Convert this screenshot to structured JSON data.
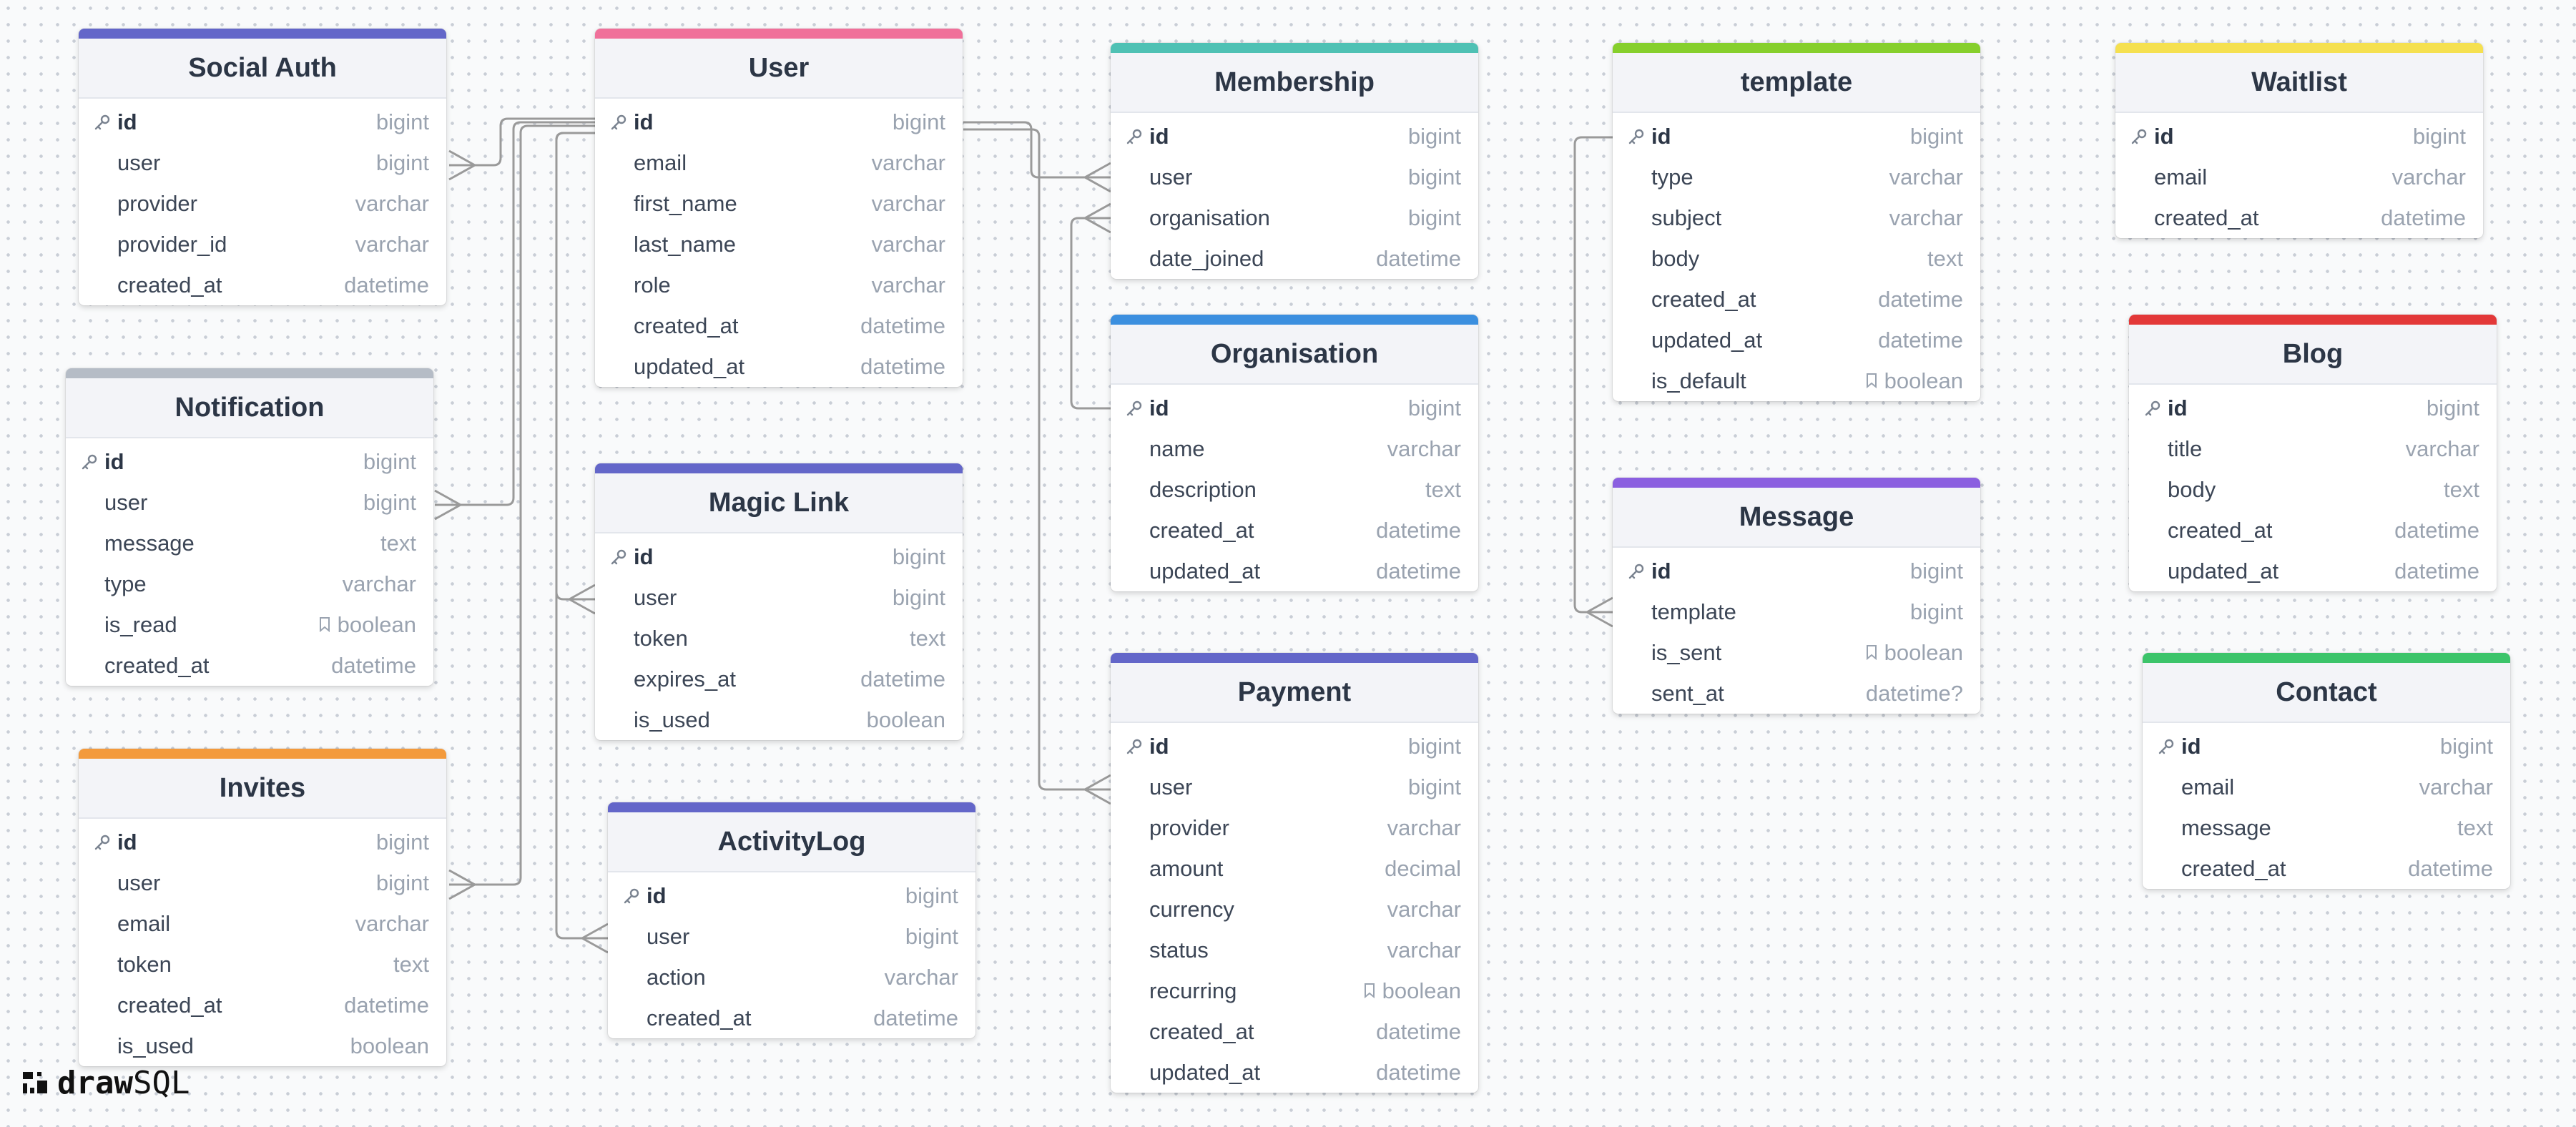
{
  "app": {
    "name_part1": "draw",
    "name_part2": "SQL"
  },
  "tables": [
    {
      "id": "social_auth",
      "name": "Social Auth",
      "color": "#6366c9",
      "columns": [
        {
          "name": "id",
          "type": "bigint",
          "pk": true
        },
        {
          "name": "user",
          "type": "bigint"
        },
        {
          "name": "provider",
          "type": "varchar"
        },
        {
          "name": "provider_id",
          "type": "varchar"
        },
        {
          "name": "created_at",
          "type": "datetime"
        }
      ]
    },
    {
      "id": "user",
      "name": "User",
      "color": "#f0709a",
      "columns": [
        {
          "name": "id",
          "type": "bigint",
          "pk": true
        },
        {
          "name": "email",
          "type": "varchar"
        },
        {
          "name": "first_name",
          "type": "varchar"
        },
        {
          "name": "last_name",
          "type": "varchar"
        },
        {
          "name": "role",
          "type": "varchar"
        },
        {
          "name": "created_at",
          "type": "datetime"
        },
        {
          "name": "updated_at",
          "type": "datetime"
        }
      ]
    },
    {
      "id": "membership",
      "name": "Membership",
      "color": "#4fc1b4",
      "columns": [
        {
          "name": "id",
          "type": "bigint",
          "pk": true
        },
        {
          "name": "user",
          "type": "bigint"
        },
        {
          "name": "organisation",
          "type": "bigint"
        },
        {
          "name": "date_joined",
          "type": "datetime"
        }
      ]
    },
    {
      "id": "template",
      "name": "template",
      "color": "#86cf2c",
      "columns": [
        {
          "name": "id",
          "type": "bigint",
          "pk": true
        },
        {
          "name": "type",
          "type": "varchar"
        },
        {
          "name": "subject",
          "type": "varchar"
        },
        {
          "name": "body",
          "type": "text"
        },
        {
          "name": "created_at",
          "type": "datetime"
        },
        {
          "name": "updated_at",
          "type": "datetime"
        },
        {
          "name": "is_default",
          "type": "boolean",
          "flag": true
        }
      ]
    },
    {
      "id": "waitlist",
      "name": "Waitlist",
      "color": "#f5e050",
      "columns": [
        {
          "name": "id",
          "type": "bigint",
          "pk": true
        },
        {
          "name": "email",
          "type": "varchar"
        },
        {
          "name": "created_at",
          "type": "datetime"
        }
      ]
    },
    {
      "id": "notification",
      "name": "Notification",
      "color": "#b5bcc6",
      "columns": [
        {
          "name": "id",
          "type": "bigint",
          "pk": true
        },
        {
          "name": "user",
          "type": "bigint"
        },
        {
          "name": "message",
          "type": "text"
        },
        {
          "name": "type",
          "type": "varchar"
        },
        {
          "name": "is_read",
          "type": "boolean",
          "flag": true
        },
        {
          "name": "created_at",
          "type": "datetime"
        }
      ]
    },
    {
      "id": "organisation",
      "name": "Organisation",
      "color": "#3b8fdf",
      "columns": [
        {
          "name": "id",
          "type": "bigint",
          "pk": true
        },
        {
          "name": "name",
          "type": "varchar"
        },
        {
          "name": "description",
          "type": "text"
        },
        {
          "name": "created_at",
          "type": "datetime"
        },
        {
          "name": "updated_at",
          "type": "datetime"
        }
      ]
    },
    {
      "id": "blog",
      "name": "Blog",
      "color": "#e33838",
      "columns": [
        {
          "name": "id",
          "type": "bigint",
          "pk": true
        },
        {
          "name": "title",
          "type": "varchar"
        },
        {
          "name": "body",
          "type": "text"
        },
        {
          "name": "created_at",
          "type": "datetime"
        },
        {
          "name": "updated_at",
          "type": "datetime"
        }
      ]
    },
    {
      "id": "magic_link",
      "name": "Magic Link",
      "color": "#6366c9",
      "columns": [
        {
          "name": "id",
          "type": "bigint",
          "pk": true
        },
        {
          "name": "user",
          "type": "bigint"
        },
        {
          "name": "token",
          "type": "text"
        },
        {
          "name": "expires_at",
          "type": "datetime"
        },
        {
          "name": "is_used",
          "type": "boolean"
        }
      ]
    },
    {
      "id": "message",
      "name": "Message",
      "color": "#8b5fe0",
      "columns": [
        {
          "name": "id",
          "type": "bigint",
          "pk": true
        },
        {
          "name": "template",
          "type": "bigint"
        },
        {
          "name": "is_sent",
          "type": "boolean",
          "flag": true
        },
        {
          "name": "sent_at",
          "type": "datetime?"
        }
      ]
    },
    {
      "id": "payment",
      "name": "Payment",
      "color": "#6366c9",
      "columns": [
        {
          "name": "id",
          "type": "bigint",
          "pk": true
        },
        {
          "name": "user",
          "type": "bigint"
        },
        {
          "name": "provider",
          "type": "varchar"
        },
        {
          "name": "amount",
          "type": "decimal"
        },
        {
          "name": "currency",
          "type": "varchar"
        },
        {
          "name": "status",
          "type": "varchar"
        },
        {
          "name": "recurring",
          "type": "boolean",
          "flag": true
        },
        {
          "name": "created_at",
          "type": "datetime"
        },
        {
          "name": "updated_at",
          "type": "datetime"
        }
      ]
    },
    {
      "id": "contact",
      "name": "Contact",
      "color": "#3cc46a",
      "columns": [
        {
          "name": "id",
          "type": "bigint",
          "pk": true
        },
        {
          "name": "email",
          "type": "varchar"
        },
        {
          "name": "message",
          "type": "text"
        },
        {
          "name": "created_at",
          "type": "datetime"
        }
      ]
    },
    {
      "id": "invites",
      "name": "Invites",
      "color": "#f39a3c",
      "columns": [
        {
          "name": "id",
          "type": "bigint",
          "pk": true
        },
        {
          "name": "user",
          "type": "bigint"
        },
        {
          "name": "email",
          "type": "varchar"
        },
        {
          "name": "token",
          "type": "text"
        },
        {
          "name": "created_at",
          "type": "datetime"
        },
        {
          "name": "is_used",
          "type": "boolean"
        }
      ]
    },
    {
      "id": "activity_log",
      "name": "ActivityLog",
      "color": "#6366c9",
      "columns": [
        {
          "name": "id",
          "type": "bigint",
          "pk": true
        },
        {
          "name": "user",
          "type": "bigint"
        },
        {
          "name": "action",
          "type": "varchar"
        },
        {
          "name": "created_at",
          "type": "datetime"
        }
      ]
    }
  ],
  "relations": [
    {
      "from": "social_auth.user",
      "to": "user.id"
    },
    {
      "from": "notification.user",
      "to": "user.id"
    },
    {
      "from": "invites.user",
      "to": "user.id"
    },
    {
      "from": "magic_link.user",
      "to": "user.id"
    },
    {
      "from": "activity_log.user",
      "to": "user.id"
    },
    {
      "from": "membership.user",
      "to": "user.id"
    },
    {
      "from": "payment.user",
      "to": "user.id"
    },
    {
      "from": "membership.organisation",
      "to": "organisation.id"
    },
    {
      "from": "message.template",
      "to": "template.id"
    }
  ]
}
